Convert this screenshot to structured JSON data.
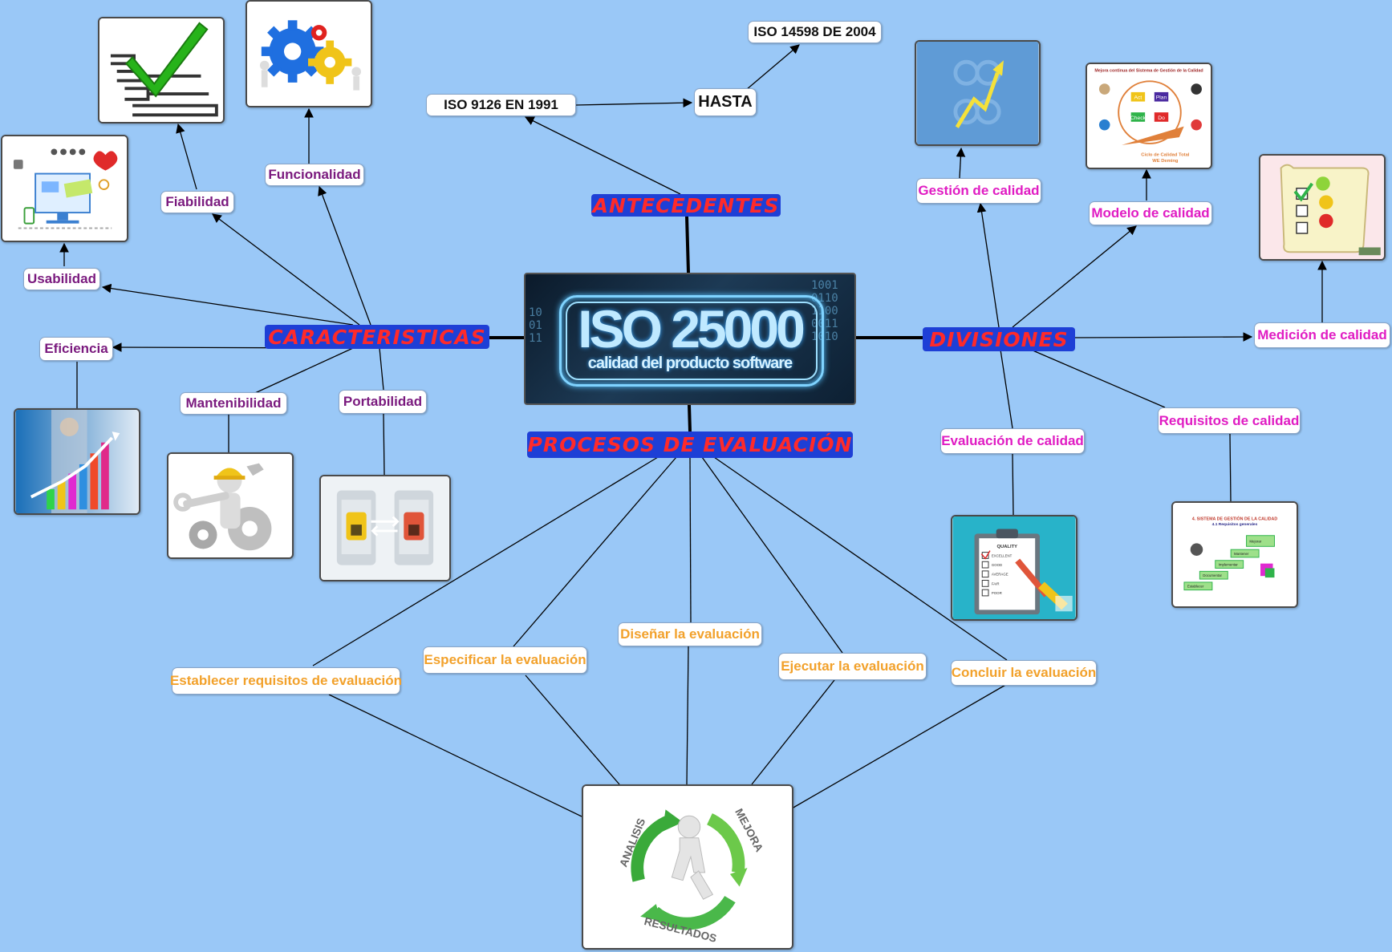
{
  "central": {
    "title": "ISO 25000",
    "subtitle": "calidad del producto software",
    "bits_right": "1001\n0110\n1100\n0011\n1010",
    "bits_left": "10\n01\n11"
  },
  "branches": {
    "antecedentes": "ANTECEDENTES",
    "caracteristicas": "CARACTERISTICAS",
    "divisiones": "DIVISIONES",
    "procesos": "PROCESOS DE EVALUACIÓN"
  },
  "antecedentes": {
    "iso9126": "ISO 9126 EN 1991",
    "hasta": "HASTA",
    "iso14598": "ISO 14598 DE 2004"
  },
  "caracteristicas": {
    "usabilidad": "Usabilidad",
    "fiabilidad": "Fiabilidad",
    "funcionalidad": "Funcionalidad",
    "eficiencia": "Eficiencia",
    "mantenibilidad": "Mantenibilidad",
    "portabilidad": "Portabilidad"
  },
  "divisiones": {
    "gestion": "Gestión de calidad",
    "modelo": "Modelo de calidad",
    "medicion": "Medición de calidad",
    "evaluacion": "Evaluación de calidad",
    "requisitos": "Requisitos de calidad"
  },
  "procesos": {
    "establecer": "Establecer requisitos de evaluación",
    "especificar": "Especificar la evaluación",
    "disenar": "Diseñar la evaluación",
    "ejecutar": "Ejecutar la evaluación",
    "concluir": "Concluir la evaluación"
  },
  "images": {
    "quality_form": {
      "title": "QUALITY",
      "rows": [
        "EXCELLENT",
        "GOOD",
        "AVERAGE",
        "FAIR",
        "POOR"
      ]
    },
    "pdca": {
      "title": "Mejora continua del Sistema de Gestión de la Calidad",
      "act": "Act",
      "plan": "Plan",
      "check": "Check",
      "do": "Do",
      "footer": "Ciclo de Calidad Total",
      "footer2": "WE Deming"
    },
    "sgc": {
      "title": "4. SISTEMA DE GESTIÓN DE LA CALIDAD",
      "subtitle": "4.1 Requisitos generales",
      "steps": [
        "Establecer",
        "Documentar",
        "Implementar",
        "Mantener",
        "Mejorar"
      ]
    },
    "cycle": {
      "left": "ANALISIS",
      "right": "MEJORA",
      "bottom": "RESULTADOS"
    }
  },
  "colors": {
    "background": "#9ac8f7",
    "branch_fill": "#1e3fd6",
    "branch_text": "#ff2a2a",
    "caracteristicas_text": "#7a1a7e",
    "divisiones_text": "#e01cc3",
    "procesos_text": "#f2a12b"
  }
}
